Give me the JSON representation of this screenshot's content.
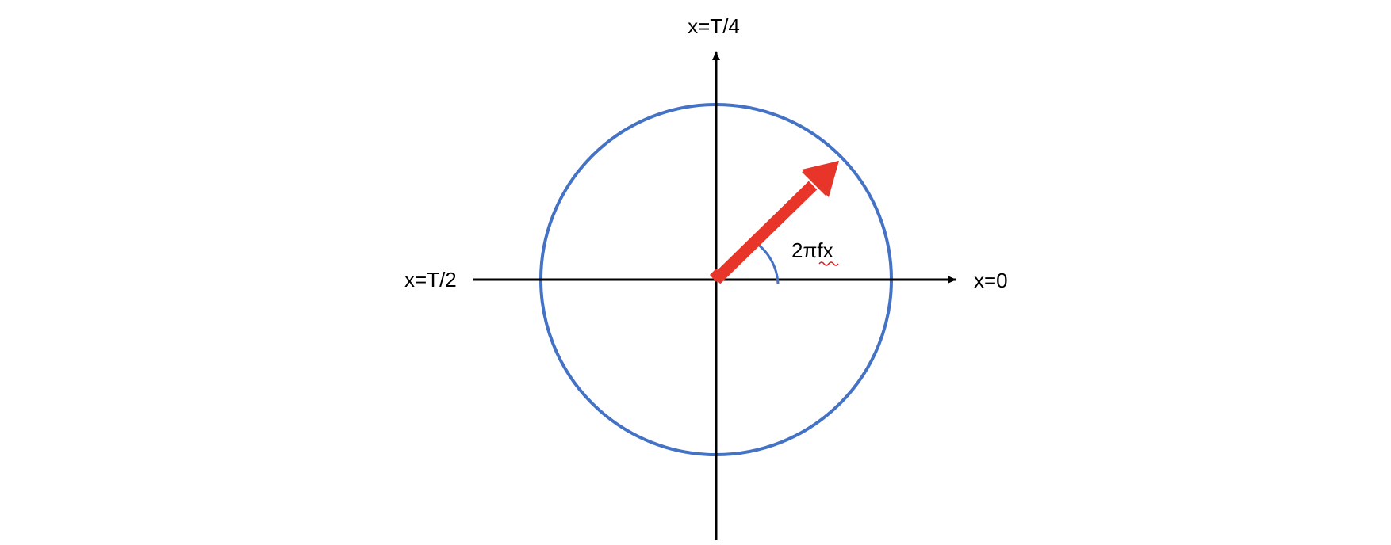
{
  "diagram": {
    "labels": {
      "top": "x=T/4",
      "left": "x=T/2",
      "right": "x=0",
      "angle": "2πfx"
    },
    "colors": {
      "axes": "#000000",
      "circle": "#4472c4",
      "arrow": "#e8352a",
      "angle_arc": "#4472c4",
      "spell_underline": "#e02020"
    },
    "phasor_angle_degrees": 45
  }
}
